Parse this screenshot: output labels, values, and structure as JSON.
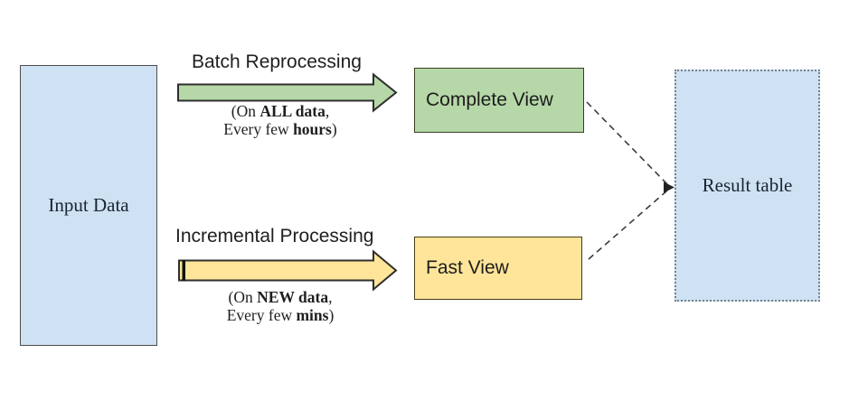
{
  "diagram": {
    "background": "#ffffff",
    "connector_color": "#3c3c3c",
    "input_box": {
      "label": "Input Data",
      "fill": "#cfe2f3"
    },
    "batch_flow": {
      "label": "Batch Reprocessing",
      "arrow_fill": "#b6d7a8",
      "note_line1": {
        "prefix": "(On ",
        "bold": "ALL data",
        "suffix": ","
      },
      "note_line2": {
        "prefix": "Every few ",
        "bold": "hours",
        "suffix": ")"
      }
    },
    "incremental_flow": {
      "label": "Incremental Processing",
      "arrow_fill": "#ffe599",
      "note_line1": {
        "prefix": "(On ",
        "bold": "NEW data",
        "suffix": ","
      },
      "note_line2": {
        "prefix": "Every few ",
        "bold": "mins",
        "suffix": ")"
      }
    },
    "complete_view_box": {
      "label": "Complete View",
      "fill": "#b6d7a8"
    },
    "fast_view_box": {
      "label": "Fast View",
      "fill": "#ffe599"
    },
    "result_box": {
      "label": "Result table",
      "fill": "#cfe2f3"
    }
  }
}
